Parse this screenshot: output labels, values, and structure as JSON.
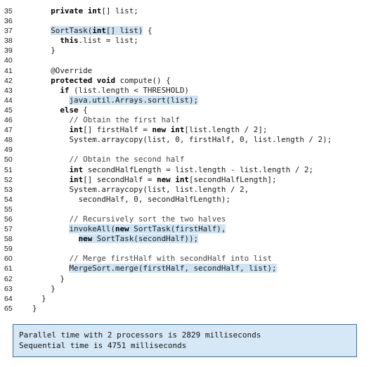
{
  "code": {
    "lines": [
      {
        "num": "35",
        "segs": [
          {
            "t": "    "
          },
          {
            "t": "private int",
            "k": 1
          },
          {
            "t": "[] list;"
          }
        ]
      },
      {
        "num": "36",
        "segs": []
      },
      {
        "num": "37",
        "segs": [
          {
            "t": "    "
          },
          {
            "t": "SortTask(",
            "h": 1
          },
          {
            "t": "int",
            "k": 1,
            "h": 1
          },
          {
            "t": "[] list)",
            "h": 1
          },
          {
            "t": " {"
          }
        ]
      },
      {
        "num": "38",
        "segs": [
          {
            "t": "      "
          },
          {
            "t": "this",
            "k": 1
          },
          {
            "t": ".list = list;"
          }
        ]
      },
      {
        "num": "39",
        "segs": [
          {
            "t": "    }"
          }
        ]
      },
      {
        "num": "40",
        "segs": []
      },
      {
        "num": "41",
        "segs": [
          {
            "t": "    @Override"
          }
        ]
      },
      {
        "num": "42",
        "segs": [
          {
            "t": "    "
          },
          {
            "t": "protected void",
            "k": 1
          },
          {
            "t": " compute() {"
          }
        ]
      },
      {
        "num": "43",
        "segs": [
          {
            "t": "      "
          },
          {
            "t": "if",
            "k": 1
          },
          {
            "t": " (list.length < THRESHOLD)"
          }
        ]
      },
      {
        "num": "44",
        "segs": [
          {
            "t": "        "
          },
          {
            "t": "java.util.Arrays.sort(list);",
            "h": 1
          }
        ]
      },
      {
        "num": "45",
        "segs": [
          {
            "t": "      "
          },
          {
            "t": "else",
            "k": 1
          },
          {
            "t": " {"
          }
        ]
      },
      {
        "num": "46",
        "segs": [
          {
            "t": "        "
          },
          {
            "t": "// Obtain the first half",
            "c": 1
          }
        ]
      },
      {
        "num": "47",
        "segs": [
          {
            "t": "        "
          },
          {
            "t": "int",
            "k": 1
          },
          {
            "t": "[] firstHalf = "
          },
          {
            "t": "new int",
            "k": 1
          },
          {
            "t": "[list.length / 2];"
          }
        ]
      },
      {
        "num": "48",
        "segs": [
          {
            "t": "        System.arraycopy(list, 0, firstHalf, 0, list.length / 2);"
          }
        ]
      },
      {
        "num": "49",
        "segs": []
      },
      {
        "num": "50",
        "segs": [
          {
            "t": "        "
          },
          {
            "t": "// Obtain the second half",
            "c": 1
          }
        ]
      },
      {
        "num": "51",
        "segs": [
          {
            "t": "        "
          },
          {
            "t": "int",
            "k": 1
          },
          {
            "t": " secondHalfLength = list.length - list.length / 2;"
          }
        ]
      },
      {
        "num": "52",
        "segs": [
          {
            "t": "        "
          },
          {
            "t": "int",
            "k": 1
          },
          {
            "t": "[] secondHalf = "
          },
          {
            "t": "new int",
            "k": 1
          },
          {
            "t": "[secondHalfLength];"
          }
        ]
      },
      {
        "num": "53",
        "segs": [
          {
            "t": "        System.arraycopy(list, list.length / 2,"
          }
        ]
      },
      {
        "num": "54",
        "segs": [
          {
            "t": "          secondHalf, 0, secondHalfLength);"
          }
        ]
      },
      {
        "num": "55",
        "segs": []
      },
      {
        "num": "56",
        "segs": [
          {
            "t": "        "
          },
          {
            "t": "// Recursively sort the two halves",
            "c": 1
          }
        ]
      },
      {
        "num": "57",
        "segs": [
          {
            "t": "        "
          },
          {
            "t": "invokeAll(",
            "h": 1
          },
          {
            "t": "new",
            "k": 1,
            "h": 1
          },
          {
            "t": " SortTask(firstHalf),",
            "h": 1
          }
        ]
      },
      {
        "num": "58",
        "segs": [
          {
            "t": "          "
          },
          {
            "t": "new",
            "k": 1,
            "h": 1
          },
          {
            "t": " SortTask(secondHalf));",
            "h": 1
          }
        ]
      },
      {
        "num": "59",
        "segs": []
      },
      {
        "num": "60",
        "segs": [
          {
            "t": "        "
          },
          {
            "t": "// Merge firstHalf with secondHalf into list",
            "c": 1
          }
        ]
      },
      {
        "num": "61",
        "segs": [
          {
            "t": "        "
          },
          {
            "t": "MergeSort.merge(firstHalf, secondHalf, list);",
            "h": 1
          }
        ]
      },
      {
        "num": "62",
        "segs": [
          {
            "t": "      }"
          }
        ]
      },
      {
        "num": "63",
        "segs": [
          {
            "t": "    }"
          }
        ]
      },
      {
        "num": "64",
        "segs": [
          {
            "t": "  }"
          }
        ]
      },
      {
        "num": "65",
        "segs": [
          {
            "t": "}"
          }
        ]
      }
    ]
  },
  "output": {
    "line1": "Parallel time with 2 processors is 2829 milliseconds",
    "line2": "Sequential time is 4751 milliseconds"
  },
  "colors": {
    "highlight": "#cfe3f3",
    "output_bg": "#d6e8f5",
    "output_border": "#3d6e94"
  }
}
